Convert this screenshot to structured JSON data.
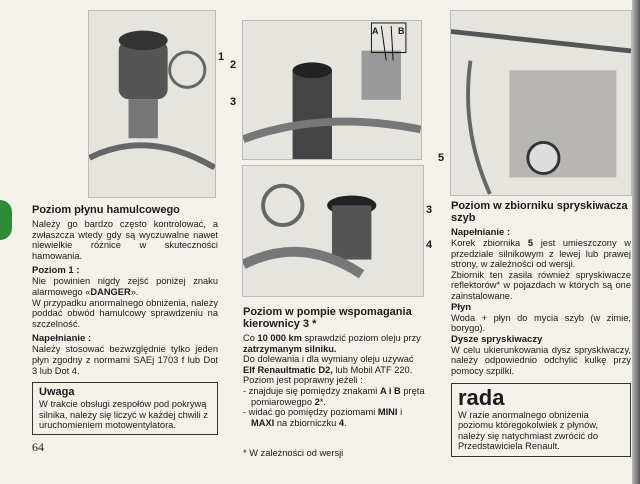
{
  "callouts": {
    "c1": "1",
    "c2": "2",
    "c3": "3",
    "c3b": "3",
    "c4": "4",
    "c5": "5",
    "a": "A",
    "b": "B"
  },
  "brake": {
    "title": "Poziom płynu hamulcowego",
    "intro": "Należy go bardzo często kontrolować, a zwłaszcza wtedy gdy są wyczuwalne nawet niewielkie różnice w skuteczności hamowania.",
    "level_heading": "Poziom 1 :",
    "level_text_1": "Nie powinien nigdy zejść poniżej znaku alarmowego «",
    "level_danger": "DANGER",
    "level_text_2": "».",
    "level_text_3": "W przypadku anormalnego obniżenia, należy poddać obwód hamulcowy sprawdzeniu na szczelność.",
    "fill_heading": "Napełnianie :",
    "fill_text": "Należy stosować bezwzględnie tylko jeden płyn zgodny z normami SAEj 1703 f lub Dot 3 lub Dot 4."
  },
  "warning": {
    "title": "Uwaga",
    "text": "W trakcie obsługi zespołów pod pokrywą silnika, należy się liczyć w każdej chwili z uruchomieniem motowentylatora."
  },
  "page_number": "64",
  "steering": {
    "title": "Poziom w pompie wspomagania kierownicy 3 *",
    "t1": "Co ",
    "t1b": "10 000 km",
    "t1c": " sprawdzić poziom oleju przy ",
    "t1d": "zatrzymanym silniku.",
    "t2": "Do dolewania i dla wymiany oleju używać ",
    "t2b": "Elf Renaultmatic D2,",
    "t2c": " lub Mobil ATF 220.",
    "t3": "Poziom jest poprawny jeżeli :",
    "b1a": "- znajduje się pomiędzy znakami ",
    "b1b": "A i B",
    "b1c": " pręta pomiarowegpo ",
    "b1d": "2",
    "b1e": "*.",
    "b2a": "- widać go pomiędzy poziomami ",
    "b2b": "MINI",
    "b2c": " i ",
    "b2d": "MAXI",
    "b2e": " na zbiorniczku ",
    "b2f": "4",
    "b2g": ".",
    "footnote": "* W zależności od wersji"
  },
  "washer": {
    "title": "Poziom w zbiorniku spryskiwacza szyb",
    "fill_heading": "Napełnianie :",
    "fill_1a": "Korek zbiornika ",
    "fill_1b": "5",
    "fill_1c": " jest umieszczony w przedziale silnikowym z lewej lub prawej strony, w zależności od wersji.",
    "fill_2": "Zbiornik ten zasila również spryskiwacze reflektorów* w pojazdach w których są one zainstalowane.",
    "fluid_heading": "Płyn",
    "fluid_text": "Woda + płyn do mycia szyb (w zimie, borygo).",
    "nozzle_heading": "Dysze spryskiwaczy",
    "nozzle_text": "W celu ukierunkowania dysz spryskiwaczy, należy odpowiednio odchylić kulkę przy pomocy szpilki."
  },
  "advice": {
    "title": "rada",
    "text": "W razie anormalnego obniżenia poziomu któregokolwiek z płynów, należy się natychmiast zwrócić do Przedstawiciela Renault."
  }
}
